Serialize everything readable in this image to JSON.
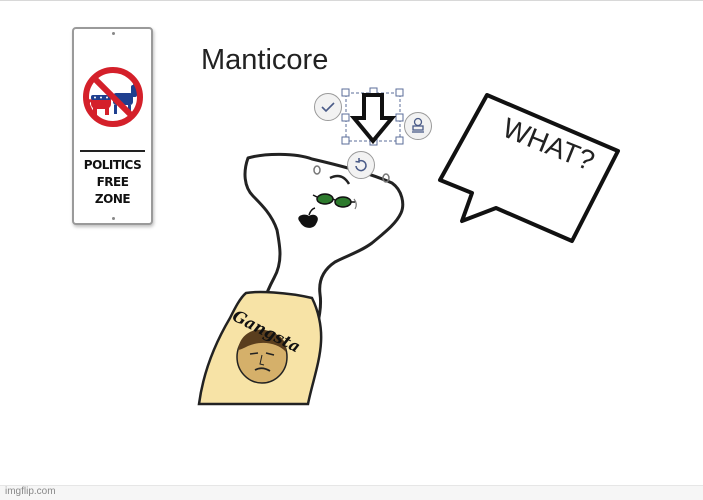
{
  "title": "Manticore",
  "sign": {
    "line1": "POLITICS FREE",
    "line2": "ZONE"
  },
  "bubble": {
    "text": "WHAT?"
  },
  "shirt": {
    "text": "Gangsta"
  },
  "watermark": "imgflip.com",
  "colors": {
    "sign_red": "#d4202a",
    "party_blue": "#1f3f8f",
    "creature_fill": "#ffffff",
    "shirt_fill": "#f7e3a6",
    "glasses": "#2d7a2d"
  },
  "icons": {
    "check": "check-circle-icon",
    "stamp": "stamp-icon",
    "rotate": "rotate-icon",
    "arrow": "down-arrow-icon"
  }
}
